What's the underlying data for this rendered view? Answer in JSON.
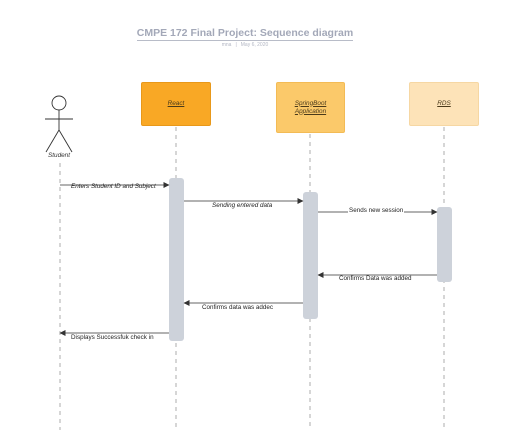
{
  "diagram": {
    "title": "CMPE 172 Final Project: Sequence diagram",
    "author": "mna",
    "date": "May 6, 2020",
    "participants": [
      {
        "id": "student",
        "label": "Student",
        "kind": "actor"
      },
      {
        "id": "react",
        "label": "React",
        "kind": "box",
        "color": "#f9a825"
      },
      {
        "id": "spring",
        "label": "SpringBoot Application",
        "kind": "box",
        "color": "#fbc96a"
      },
      {
        "id": "rds",
        "label": "RDS",
        "kind": "box",
        "color": "#fde3b8"
      }
    ],
    "messages": [
      {
        "from": "student",
        "to": "react",
        "label": "Enters Student ID and Subject",
        "style": "italic"
      },
      {
        "from": "react",
        "to": "spring",
        "label": "Sending entered data",
        "style": "italic"
      },
      {
        "from": "spring",
        "to": "rds",
        "label": "Sends new session",
        "style": "normal"
      },
      {
        "from": "rds",
        "to": "spring",
        "label": "Confirms Data was added",
        "style": "normal"
      },
      {
        "from": "spring",
        "to": "react",
        "label": "Confirms data was addec",
        "style": "normal"
      },
      {
        "from": "react",
        "to": "student",
        "label": "Displays Successfuk check in",
        "style": "normal"
      }
    ],
    "colors": {
      "lifeline": "#9a9a9a",
      "activation": "#cdd2da",
      "arrow": "#333333"
    }
  }
}
